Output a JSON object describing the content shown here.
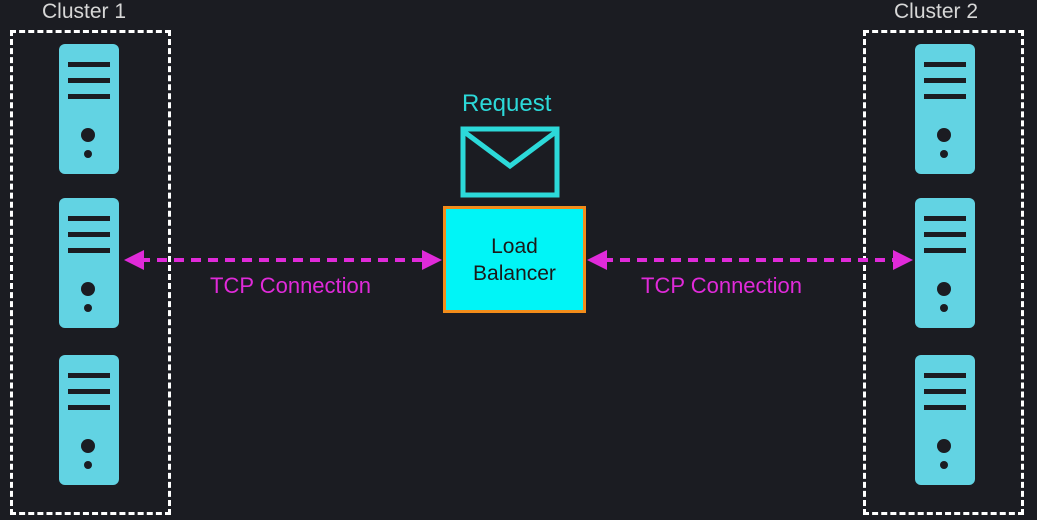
{
  "clusters": [
    {
      "label": "Cluster 1"
    },
    {
      "label": "Cluster 2"
    }
  ],
  "request": {
    "label": "Request"
  },
  "load_balancer": {
    "line1": "Load",
    "line2": "Balancer"
  },
  "connections": [
    {
      "label": "TCP Connection"
    },
    {
      "label": "TCP Connection"
    }
  ],
  "colors": {
    "background": "#1b1c22",
    "server": "#62d3e3",
    "load_balancer_fill": "#00f5f7",
    "load_balancer_border": "#f28c1a",
    "connection": "#e02ad9",
    "request": "#2cd9d9",
    "cluster_border": "#ffffff"
  },
  "icons": {
    "request": "envelope-icon",
    "server": "server-icon"
  }
}
